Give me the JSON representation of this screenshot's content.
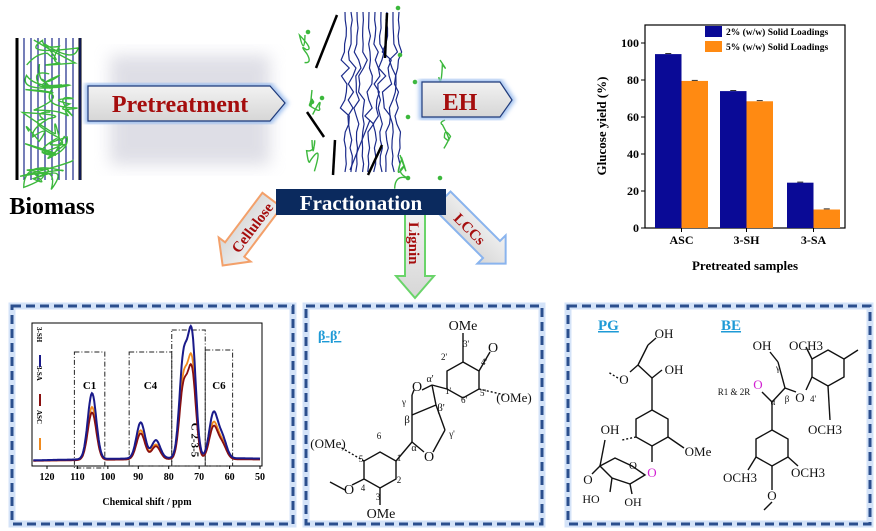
{
  "flow": {
    "biomass": "Biomass",
    "pretreatment": "Pretreatment",
    "eh": "EH",
    "fractionation": "Fractionation",
    "cellulose": "Cellulose",
    "lignin": "Lignin",
    "lccs": "LCCs"
  },
  "colors": {
    "navy": "#0b2a5e",
    "arrow_text": "#a50d0d",
    "bar_2pct": "#0a0a96",
    "bar_5pct": "#ff8a12",
    "panel": "#2b4f8e",
    "link_label": "#1e9ad6",
    "magenta": "#d21fd2"
  },
  "chart_data": [
    {
      "type": "bar",
      "title": "",
      "categories": [
        "ASC",
        "3-SH",
        "3-SA"
      ],
      "series": [
        {
          "name": "2% (w/w) Solid Loadings",
          "values": [
            94,
            74,
            24.5
          ]
        },
        {
          "name": "5% (w/w) Solid Loadings",
          "values": [
            79.5,
            68.5,
            10
          ]
        }
      ],
      "xlabel": "Pretreated samples",
      "ylabel": "Glucose yield (%)",
      "ylim": [
        0,
        110
      ],
      "yticks": [
        0,
        20,
        40,
        60,
        80,
        100
      ],
      "legend": "top-right",
      "error_bars": true
    },
    {
      "type": "line",
      "title": "",
      "xlabel": "Chemical shift / ppm",
      "xlim": [
        125,
        50
      ],
      "xticks": [
        120,
        110,
        100,
        90,
        80,
        70,
        60,
        50
      ],
      "series": [
        {
          "name": "3-SH",
          "scale": 1.0
        },
        {
          "name": "3-SA",
          "scale": 0.72
        },
        {
          "name": "ASC",
          "scale": 0.8
        }
      ],
      "peaks_ppm": [
        105.2,
        89.2,
        84.2,
        75.2,
        72.4,
        65.3,
        62.4
      ],
      "peak_intensity": [
        66,
        36,
        18,
        96,
        120,
        44,
        20
      ],
      "regions": [
        {
          "label": "C1",
          "from": 111,
          "to": 101
        },
        {
          "label": "C4",
          "from": 93,
          "to": 79
        },
        {
          "label": "C 2-3-5",
          "from": 79,
          "to": 68
        },
        {
          "label": "C6",
          "from": 68,
          "to": 59
        }
      ],
      "legend": "top-left"
    }
  ],
  "bb": {
    "title": "β-β′",
    "labels": [
      "OMe",
      "3'",
      "O",
      "2'",
      "4'",
      "α'",
      "O",
      "1'",
      "5'",
      "(OMe)",
      "6'",
      "γ",
      "β'",
      "β",
      "γ'",
      "(OMe)",
      "6",
      "α",
      "O",
      "5",
      "1",
      "2",
      "O",
      "4",
      "3",
      "OMe"
    ]
  },
  "pg": {
    "title": "PG",
    "labels": [
      "OH",
      "O",
      "OH",
      "OH",
      "OMe",
      "O",
      "O",
      "O",
      "HO",
      "OH"
    ]
  },
  "be": {
    "title": "BE",
    "labels": [
      "OH",
      "OCH3",
      "γ",
      "R1 & 2R",
      "O",
      "α",
      "β",
      "O",
      "4'",
      "OCH3",
      "OCH3",
      "OCH3",
      "O"
    ]
  }
}
